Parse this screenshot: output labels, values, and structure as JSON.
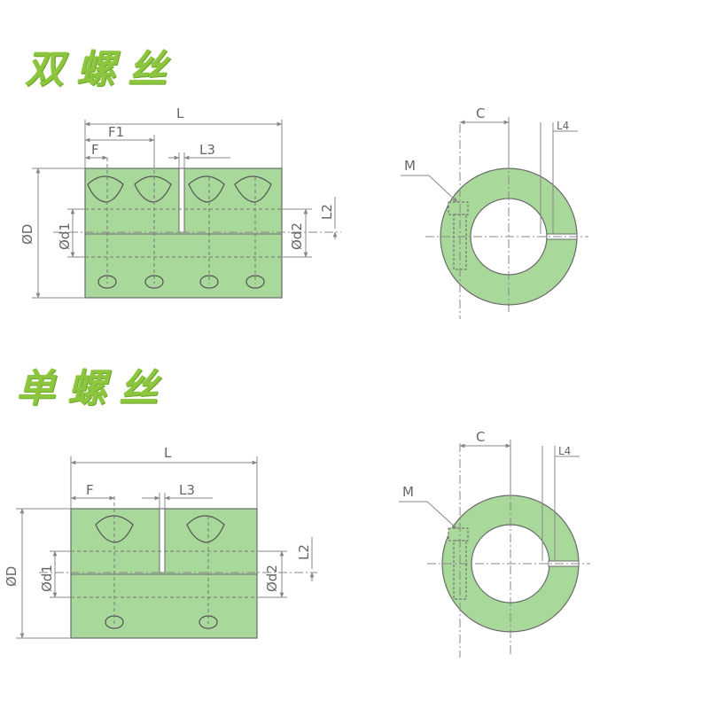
{
  "headings": {
    "double": "双螺丝",
    "single": "单螺丝"
  },
  "colors": {
    "heading": "#8cc63f",
    "body_fill": "#a8d89a",
    "outline": "#6a6a6a",
    "dimension": "#888888"
  },
  "labels": {
    "L": "L",
    "F1": "F1",
    "F": "F",
    "L3": "L3",
    "OD": "ØD",
    "Od1": "Ød1",
    "Od2": "Ød2",
    "L2": "L2",
    "C": "C",
    "L4": "L4",
    "M": "M"
  }
}
